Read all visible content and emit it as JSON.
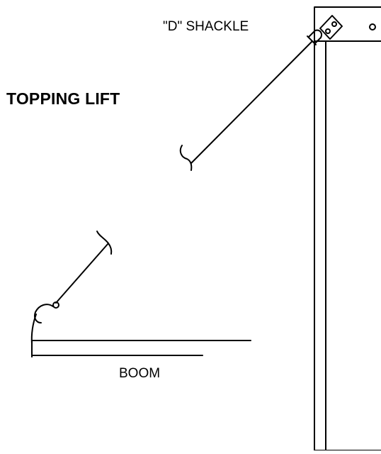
{
  "diagram": {
    "title": "TOPPING LIFT",
    "labels": {
      "shackle": "\"D\" SHACKLE",
      "boom": "BOOM"
    }
  },
  "colors": {
    "line": "#000000",
    "background": "#ffffff"
  }
}
